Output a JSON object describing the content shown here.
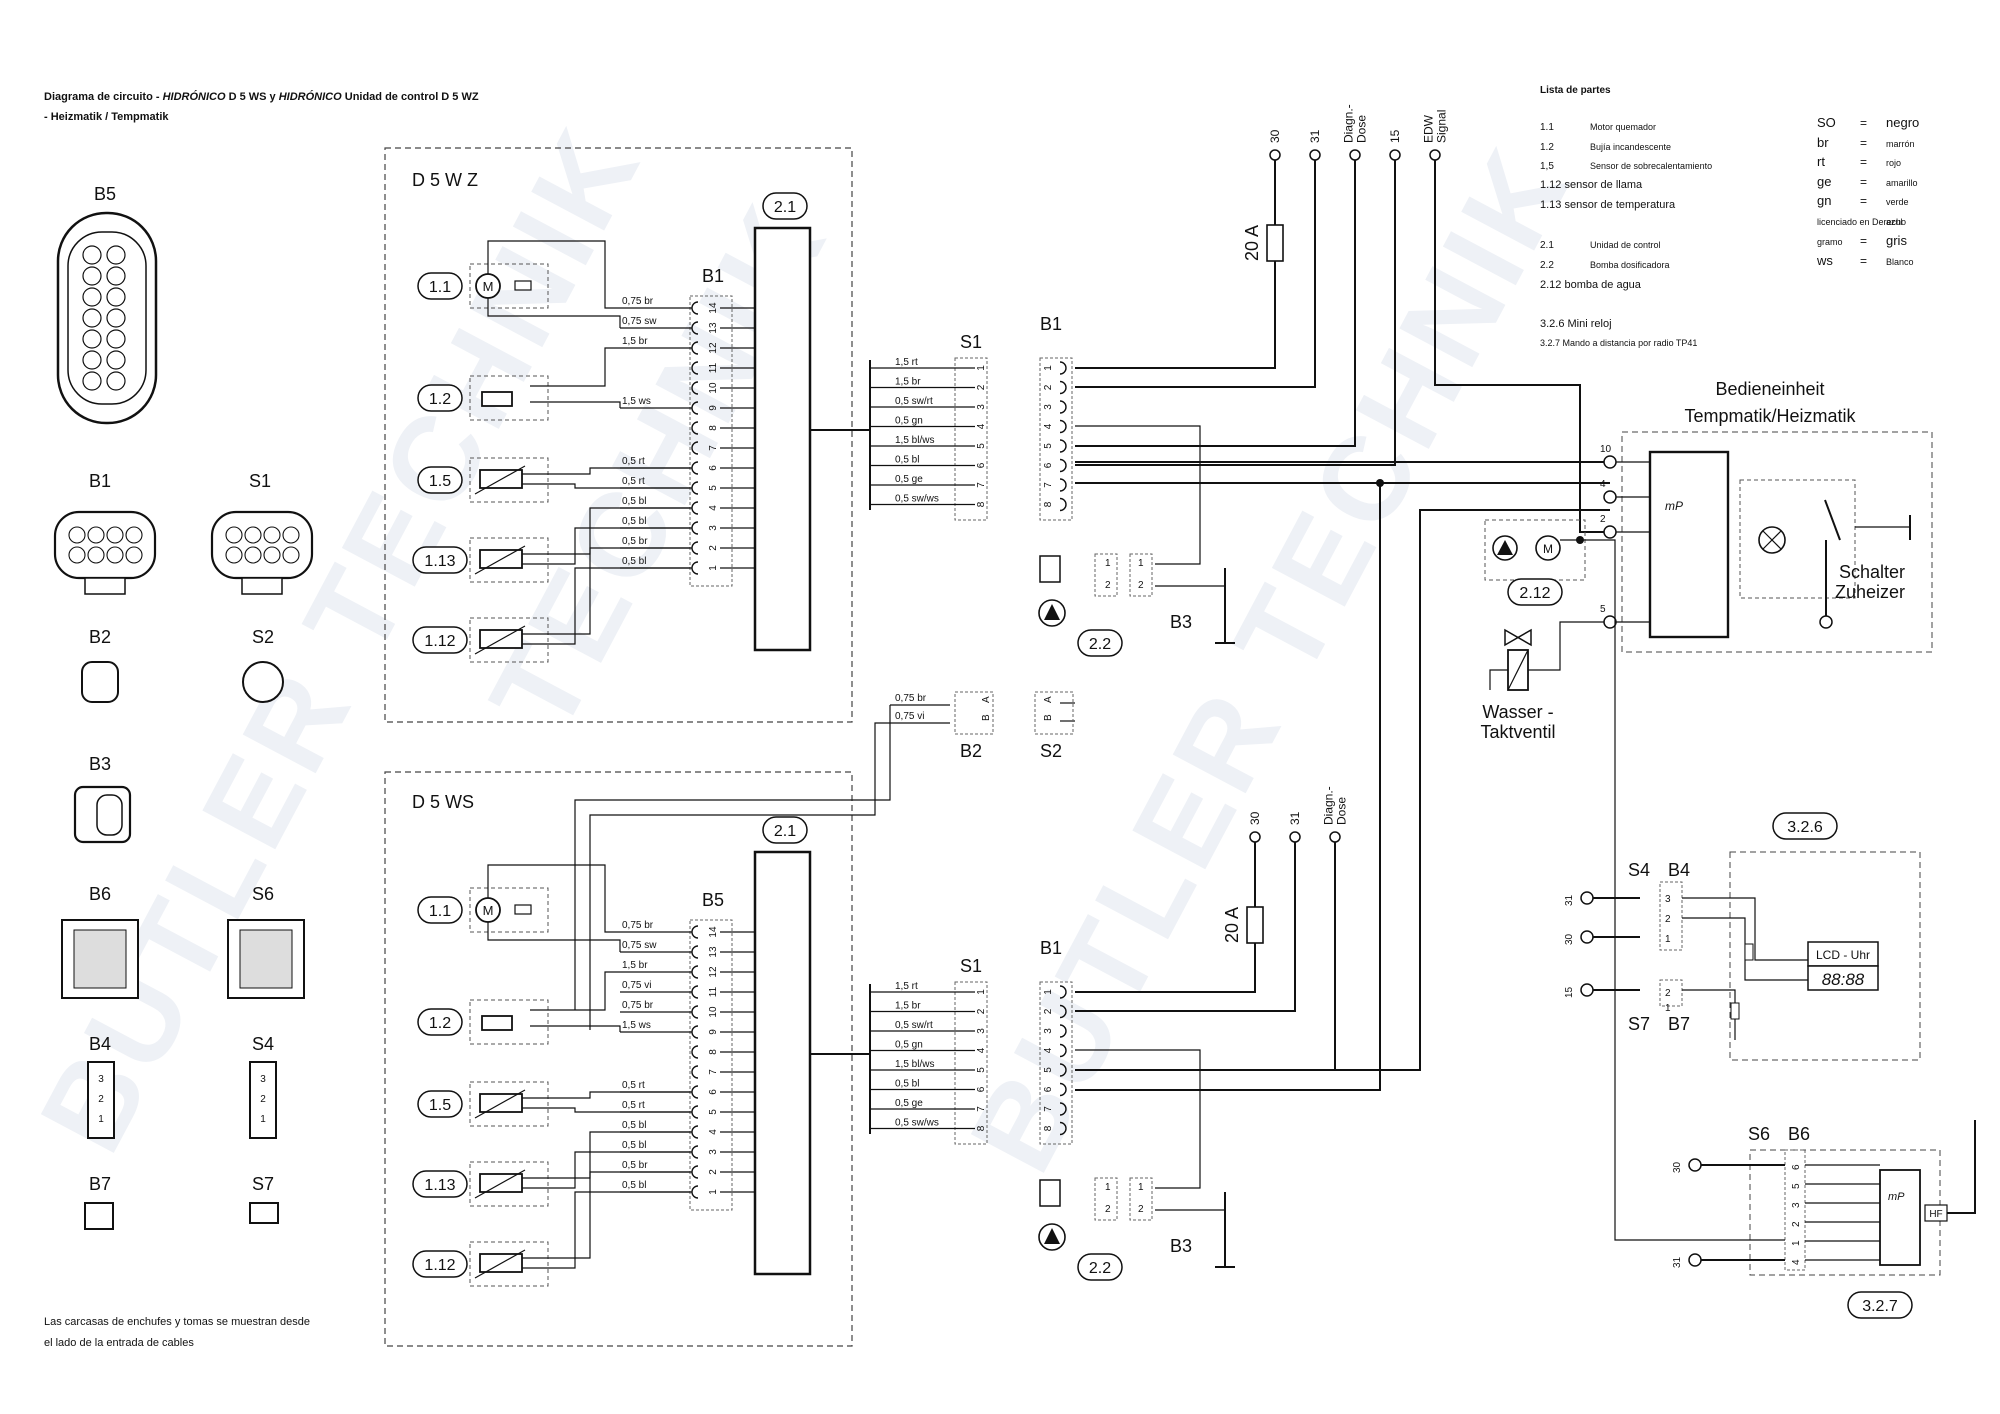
{
  "header": {
    "title_prefix": "Diagrama de circuito - ",
    "brand1": "HIDRÓNICO",
    "mid1": " D 5 WS y ",
    "brand2": "HIDRÓNICO",
    "mid2": " Unidad de control D 5 WZ",
    "line2": "- Heizmatik / Tempmatik"
  },
  "watermarks": [
    "TECHNIK",
    "BUTLER TECHNIK",
    "BUTLER TECHNIK"
  ],
  "connectors_legend": [
    {
      "name": "B5"
    },
    {
      "name": "B1"
    },
    {
      "name": "S1"
    },
    {
      "name": "B2"
    },
    {
      "name": "S2"
    },
    {
      "name": "B3"
    },
    {
      "name": "B6"
    },
    {
      "name": "S6"
    },
    {
      "name": "B4"
    },
    {
      "name": "S4"
    },
    {
      "name": "B7"
    },
    {
      "name": "S7"
    }
  ],
  "footnote": [
    "Las carcasas de enchufes y tomas se muestran desde",
    "el lado de la entrada de cables"
  ],
  "parts_list": {
    "title": "Lista de partes",
    "items": [
      {
        "num": "1.1",
        "desc": "Motor quemador"
      },
      {
        "num": "1.2",
        "desc": "Bujía incandescente"
      },
      {
        "num": "1,5",
        "desc": "Sensor de sobrecalentamiento"
      },
      {
        "num": "1.12",
        "desc": "sensor de llama"
      },
      {
        "num": "1.13",
        "desc": "sensor de temperatura"
      },
      {
        "num": "2.1",
        "desc": "Unidad de control"
      },
      {
        "num": "2.2",
        "desc": "Bomba dosificadora"
      },
      {
        "num": "2.12",
        "desc": "bomba de agua"
      },
      {
        "num": "3.2.6",
        "desc": "Mini reloj"
      },
      {
        "num": "3.2.7",
        "desc": "Mando a distancia por radio TP41"
      }
    ]
  },
  "color_codes": [
    {
      "code": "SO",
      "eq": "=",
      "name": "negro"
    },
    {
      "code": "br",
      "eq": "=",
      "name": "marrón"
    },
    {
      "code": "rt",
      "eq": "=",
      "name": "rojo"
    },
    {
      "code": "ge",
      "eq": "=",
      "name": "amarillo"
    },
    {
      "code": "gn",
      "eq": "=",
      "name": "verde"
    },
    {
      "code": "licenciado en Derecho",
      "eq": "",
      "name": "azul"
    },
    {
      "code": "gramo",
      "eq": "=",
      "name": "gris"
    },
    {
      "code": "ws",
      "eq": "=",
      "name": "Blanco"
    }
  ],
  "upper": {
    "label": "D 5 W Z",
    "controller": "2.1",
    "connector": "B1",
    "wires_left": [
      {
        "pin": "14",
        "label": "0,75 br"
      },
      {
        "pin": "13",
        "label": "0,75 sw"
      },
      {
        "pin": "12",
        "label": "1,5 br"
      },
      {
        "pin": "11",
        "label": ""
      },
      {
        "pin": "10",
        "label": ""
      },
      {
        "pin": "9",
        "label": "1,5 ws"
      },
      {
        "pin": "8",
        "label": ""
      },
      {
        "pin": "7",
        "label": ""
      },
      {
        "pin": "6",
        "label": "0,5 rt"
      },
      {
        "pin": "5",
        "label": "0,5 rt"
      },
      {
        "pin": "4",
        "label": "0,5 bl"
      },
      {
        "pin": "3",
        "label": "0,5 bl"
      },
      {
        "pin": "2",
        "label": "0,5 br"
      },
      {
        "pin": "1",
        "label": "0,5 bl"
      }
    ],
    "components": [
      "1.1",
      "1.2",
      "1.5",
      "1.13",
      "1.12"
    ],
    "harness": {
      "s_label": "S1",
      "b_label": "B1",
      "rows": [
        {
          "pin": "1",
          "label": "1,5 rt"
        },
        {
          "pin": "2",
          "label": "1,5 br"
        },
        {
          "pin": "3",
          "label": "0,5 sw/rt"
        },
        {
          "pin": "4",
          "label": "0,5 gn"
        },
        {
          "pin": "5",
          "label": "1,5 bl/ws"
        },
        {
          "pin": "6",
          "label": "0,5 bl"
        },
        {
          "pin": "7",
          "label": "0,5 ge"
        },
        {
          "pin": "8",
          "label": "0,5 sw/ws"
        }
      ]
    },
    "fuse": "20 A",
    "terminals": [
      "30",
      "31",
      "Diagn.-\nDose",
      "15",
      "EDW\nSignal"
    ],
    "pump": "2.2",
    "b3": "B3"
  },
  "b2_s2": {
    "b2": "B2",
    "s2": "S2",
    "wires": [
      {
        "pin": "A",
        "label": "0,75 br"
      },
      {
        "pin": "B",
        "label": "0,75 vi"
      }
    ]
  },
  "lower": {
    "label": "D 5 WS",
    "controller": "2.1",
    "connector": "B5",
    "wires_left": [
      {
        "pin": "14",
        "label": "0,75 br"
      },
      {
        "pin": "13",
        "label": "0,75 sw"
      },
      {
        "pin": "12",
        "label": "1,5 br"
      },
      {
        "pin": "11",
        "label": "0,75 vi"
      },
      {
        "pin": "10",
        "label": "0,75 br"
      },
      {
        "pin": "9",
        "label": "1,5 ws"
      },
      {
        "pin": "8",
        "label": ""
      },
      {
        "pin": "7",
        "label": ""
      },
      {
        "pin": "6",
        "label": "0,5 rt"
      },
      {
        "pin": "5",
        "label": "0,5 rt"
      },
      {
        "pin": "4",
        "label": "0,5 bl"
      },
      {
        "pin": "3",
        "label": "0,5 bl"
      },
      {
        "pin": "2",
        "label": "0,5 br"
      },
      {
        "pin": "1",
        "label": "0,5 bl"
      }
    ],
    "components": [
      "1.1",
      "1.2",
      "1.5",
      "1.13",
      "1.12"
    ],
    "harness": {
      "s_label": "S1",
      "b_label": "B1",
      "rows": [
        {
          "pin": "1",
          "label": "1,5 rt"
        },
        {
          "pin": "2",
          "label": "1,5 br"
        },
        {
          "pin": "3",
          "label": "0,5 sw/rt"
        },
        {
          "pin": "4",
          "label": "0,5 gn"
        },
        {
          "pin": "5",
          "label": "1,5 bl/ws"
        },
        {
          "pin": "6",
          "label": "0,5 bl"
        },
        {
          "pin": "7",
          "label": "0,5 ge"
        },
        {
          "pin": "8",
          "label": "0,5 sw/ws"
        }
      ]
    },
    "fuse": "20 A",
    "terminals": [
      "30",
      "31",
      "Diagn.-\nDose"
    ],
    "pump": "2.2",
    "b3": "B3"
  },
  "bedien": {
    "title1": "Bedieneinheit",
    "title2": "Tempmatik/Heizmatik",
    "pins": [
      "10",
      "4",
      "2",
      "5"
    ],
    "mp": "mP",
    "switch1": "Schalter",
    "switch2": "Zuheizer",
    "pump": "2.12",
    "valve1": "Wasser -",
    "valve2": "Taktventil"
  },
  "minitimer": {
    "ref": "3.2.6",
    "s4": "S4",
    "b4": "B4",
    "s7": "S7",
    "b7": "B7",
    "lcd": "LCD - Uhr",
    "digits": "88:88",
    "terminals": [
      "31",
      "30",
      "15"
    ]
  },
  "radio": {
    "ref": "3.2.7",
    "s6": "S6",
    "b6": "B6",
    "mp": "mP",
    "hf": "HF",
    "terminals": [
      "30",
      "31"
    ]
  }
}
